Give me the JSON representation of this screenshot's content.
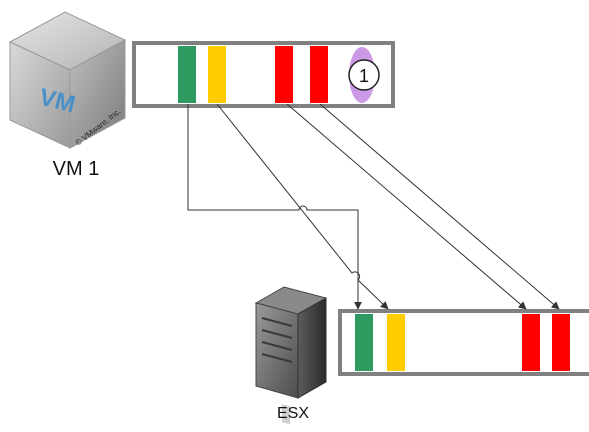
{
  "vm": {
    "label": "VM 1",
    "icon_text": "VM",
    "copyright": "© VMware, Inc."
  },
  "esx": {
    "label": "ESX"
  },
  "marker": {
    "text": "1"
  },
  "colors": {
    "green": "#2e9a60",
    "yellow": "#ffcc00",
    "red": "#ff0000",
    "frame": "#808080",
    "marker_fill": "#cc99e6",
    "line": "#333333"
  }
}
